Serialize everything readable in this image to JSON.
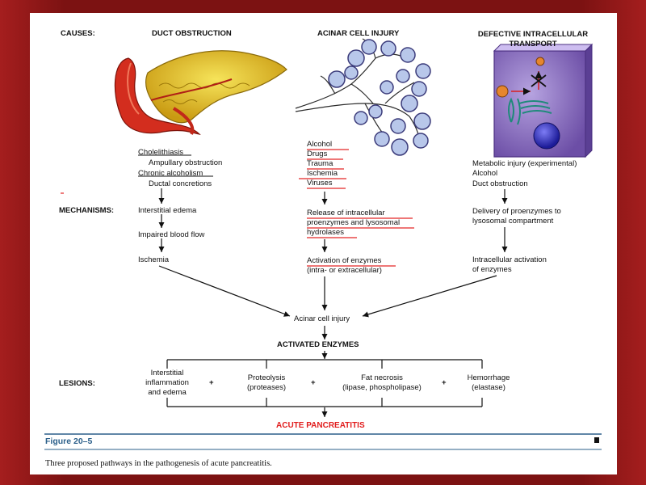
{
  "labels": {
    "causes": "CAUSES:",
    "mechanisms": "MECHANISMS:",
    "lesions": "LESIONS:"
  },
  "columns": {
    "duct": {
      "header": "DUCT OBSTRUCTION",
      "causes": [
        "Cholelithiasis",
        "Ampullary obstruction",
        "Chronic alcoholism",
        "Ductal concretions"
      ],
      "mechanisms": [
        "Interstitial edema",
        "Impaired blood flow",
        "Ischemia"
      ]
    },
    "acinar": {
      "header": "ACINAR CELL INJURY",
      "causes": [
        "Alcohol",
        "Drugs",
        "Trauma",
        "Ischemia",
        "Viruses"
      ],
      "mechanisms": [
        "Release of intracellular",
        "proenzymes and lysosomal",
        "hydrolases",
        "Activation of enzymes",
        "(intra- or extracellular)"
      ]
    },
    "transport": {
      "header_line1": "DEFECTIVE INTRACELLULAR",
      "header_line2": "TRANSPORT",
      "causes": [
        "Metabolic injury (experimental)",
        "Alcohol",
        "Duct obstruction"
      ],
      "mechanisms": [
        "Delivery of proenzymes to",
        "lysosomal compartment",
        "Intracellular activation",
        "of enzymes"
      ]
    }
  },
  "convergence": {
    "acinar_cell_injury": "Acinar cell injury",
    "activated_enzymes": "ACTIVATED ENZYMES"
  },
  "lesions": {
    "interstitial": [
      "Interstitial",
      "inflammation",
      "and edema"
    ],
    "proteolysis": [
      "Proteolysis",
      "(proteases)"
    ],
    "fat_necrosis": [
      "Fat necrosis",
      "(lipase, phospholipase)"
    ],
    "hemorrhage": [
      "Hemorrhage",
      "(elastase)"
    ],
    "plus": "+"
  },
  "outcome": "ACUTE PANCREATITIS",
  "figure_label": "Figure 20–5",
  "caption": "Three proposed pathways in the pathogenesis of acute pancreatitis.",
  "colors": {
    "outcome_red": "#e11d1d",
    "figure_blue": "#2b5f8a",
    "slide_border": "#8b1a1a"
  }
}
